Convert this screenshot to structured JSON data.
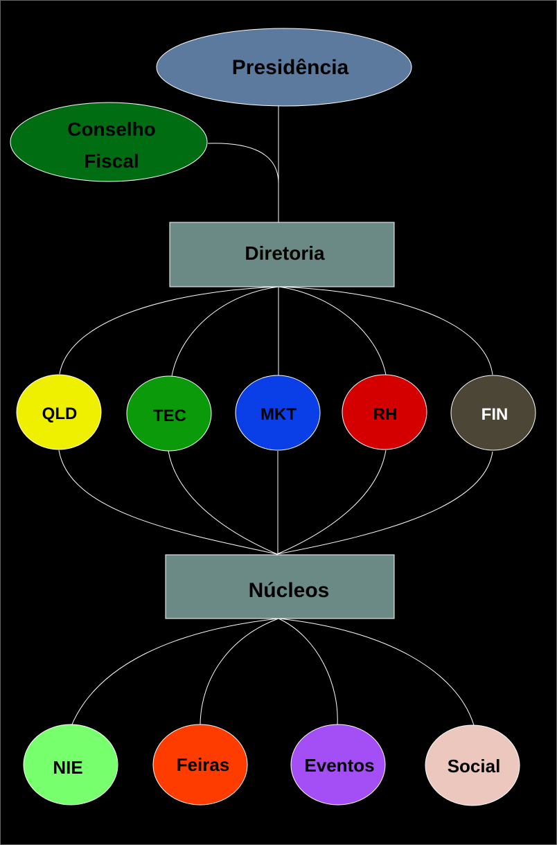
{
  "diagram": {
    "background": "#000000",
    "connector_color": "#ffffff",
    "top": {
      "presidencia": {
        "label": "Presidência",
        "fill": "#5b7a9d",
        "text_color": "#000000"
      },
      "conselho": {
        "line1": "Conselho",
        "line2": "Fiscal",
        "fill": "#006d13",
        "text_color": "#000000"
      }
    },
    "diretoria": {
      "label": "Diretoria",
      "fill": "#6b8a85",
      "text_color": "#000000"
    },
    "departments": [
      {
        "label": "QLD",
        "fill": "#eef000",
        "text_color": "#000000"
      },
      {
        "label": "TEC",
        "fill": "#0a9a0a",
        "text_color": "#000000"
      },
      {
        "label": "MKT",
        "fill": "#0a3ee6",
        "text_color": "#000000"
      },
      {
        "label": "RH",
        "fill": "#d40000",
        "text_color": "#000000"
      },
      {
        "label": "FIN",
        "fill": "#4c4636",
        "text_color": "#ffffff"
      }
    ],
    "nucleos": {
      "label": "Núcleos",
      "fill": "#6b8a85",
      "text_color": "#000000"
    },
    "groups": [
      {
        "label": "NIE",
        "fill": "#78ff6e",
        "text_color": "#000000"
      },
      {
        "label": "Feiras",
        "fill": "#ff3c00",
        "text_color": "#000000"
      },
      {
        "label": "Eventos",
        "fill": "#a44ff5",
        "text_color": "#000000"
      },
      {
        "label": "Social",
        "fill": "#ecc7bd",
        "text_color": "#000000"
      }
    ]
  }
}
